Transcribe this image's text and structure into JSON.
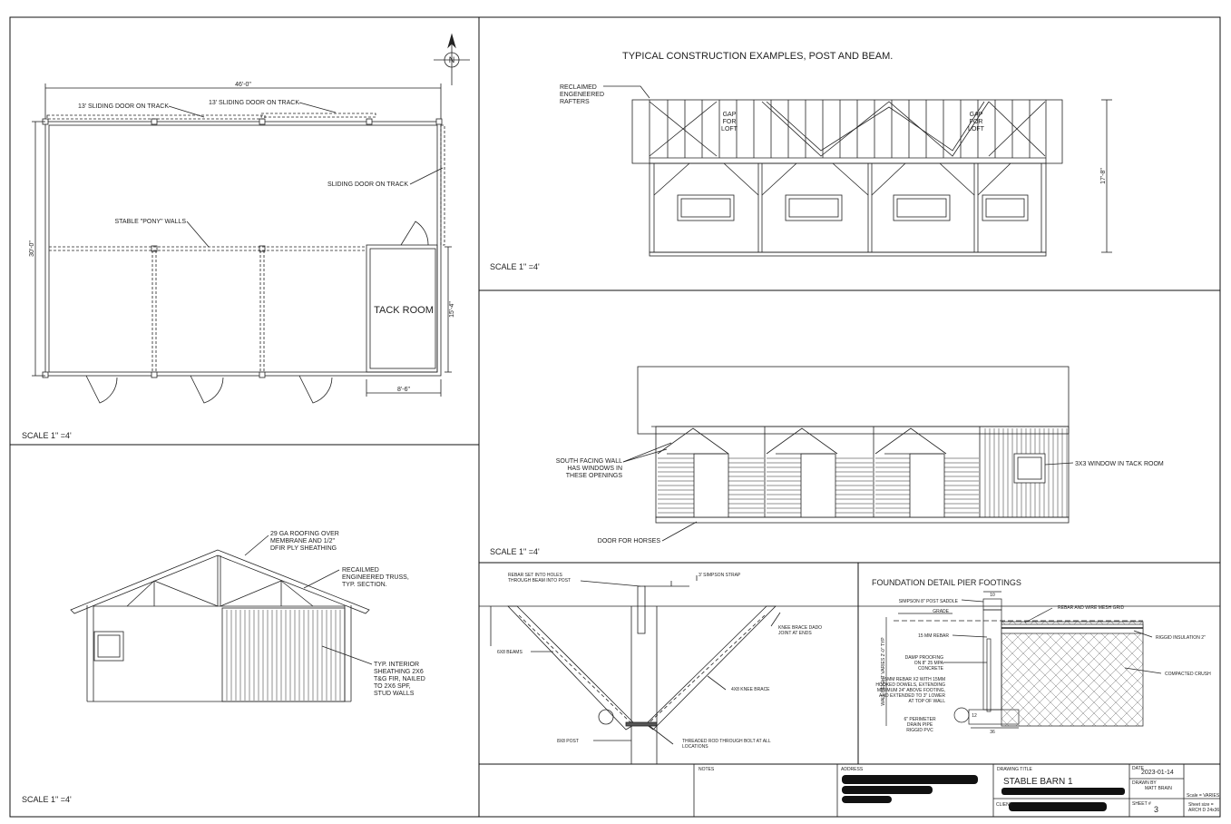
{
  "north_label": "N",
  "floor_plan": {
    "dim_width": "46'-0\"",
    "dim_depth": "30'-0\"",
    "sliding_door_1": "13' SLIDING DOOR ON TRACK",
    "sliding_door_2": "13' SLIDING DOOR ON TRACK",
    "sliding_door_side": "SLIDING DOOR ON TRACK",
    "pony_walls": "STABLE \"PONY\" WALLS",
    "tack_room": "TACK ROOM",
    "dim_tack_height": "15'-4\"",
    "dim_tack_width": "8'-6\"",
    "scale": "SCALE 1\" =4'"
  },
  "post_beam": {
    "title": "TYPICAL CONSTRUCTION EXAMPLES, POST AND BEAM.",
    "rafters_label": [
      "RECLAIMED",
      "ENGENEERED",
      "RAFTERS"
    ],
    "gap_left": [
      "GAP",
      "FOR",
      "LOFT"
    ],
    "gap_right": [
      "GAP",
      "FOR",
      "LOFT"
    ],
    "dim_height": "17'-8\"",
    "scale": "SCALE 1\" =4'"
  },
  "south_elevation": {
    "windows_note": [
      "SOUTH FACING WALL",
      "HAS WINDOWS IN",
      "THESE OPENINGS"
    ],
    "tack_window": "3X3 WINDOW IN TACK ROOM",
    "door_horses": "DOOR FOR HORSES",
    "scale": "SCALE 1\" =4'"
  },
  "section": {
    "roofing": [
      "29 GA ROOFING OVER",
      "MEMBRANE AND 1/2\"",
      "DFIR PLY SHEATHING"
    ],
    "truss": [
      "RECAILMED",
      "ENGINEERED TRUSS,",
      "TYP. SECTION."
    ],
    "interior": [
      "TYP. INTERIOR",
      "SHEATHING 2X6",
      "T&G FIR, NAILED",
      "TO 2X6 SPF,",
      "STUD WALLS"
    ],
    "scale": "SCALE 1\" =4'"
  },
  "knee_brace": {
    "rebar_note": [
      "REBAR SET INTO HOLES",
      "THROUGH BEAM INTO POST"
    ],
    "strap": "3' SIMPSON STRAP",
    "dado": [
      "KNEE BRACE DADO",
      "JOINT AT ENDS"
    ],
    "beams": "6X8 BEAMS",
    "brace": "4X8 KNEE BRACE",
    "post": "8X8 POST",
    "rod": [
      "THREADED ROD THROUGH BOLT AT ALL",
      "LOCATIONS"
    ]
  },
  "foundation": {
    "title": "FOUNDATION DETAIL PIER FOOTINGS",
    "saddle": "SIMPSON 8\" POST SADDLE",
    "grade": "GRADE",
    "rebar_mesh": "REBAR AND WIRE MESH GRID",
    "insulation": "RIGGID INSULATION 2\"",
    "rebar15": "15 MM REBAR",
    "damp": [
      "DAMP PROOFING",
      "ON 8\" 25 MPA",
      "CONCRETE"
    ],
    "crush": "COMPACTED CRUSH",
    "wall_height": "WALL HEIGHT VARIES 2'-0\" TYP",
    "rebar_note": [
      "15MM REBAR X2 WITH 15MM",
      "HOOKED DOWELS, EXTENDING",
      "MINIMUM 24\" ABOVE FOOTING,",
      "AND EXTENDED TO 3\" LOWER",
      "AT TOP OF WALL"
    ],
    "drain": [
      "6\" PERIMETER",
      "DRAIN PIPE",
      "RIGGID PVC"
    ],
    "dim_top": "10",
    "dim_bottom": "36",
    "dim_side": "12"
  },
  "title_block": {
    "notes_label": "NOTES",
    "address_label": "ADDRESS",
    "drawing_title_label": "DRAWING TITLE",
    "drawing_title": "STABLE BARN 1",
    "client_label": "CLIENT",
    "date_label": "DATE",
    "date": "2023-01-14",
    "drawn_by_label": "DRAWN BY",
    "drawn_by": "MATT BRAIN",
    "sheet_label": "SHEET #",
    "sheet_number": "3",
    "scale_note": "Scale = VARIES",
    "sheet_size": [
      "Sheet size =",
      "ARCH D 24x36"
    ]
  }
}
